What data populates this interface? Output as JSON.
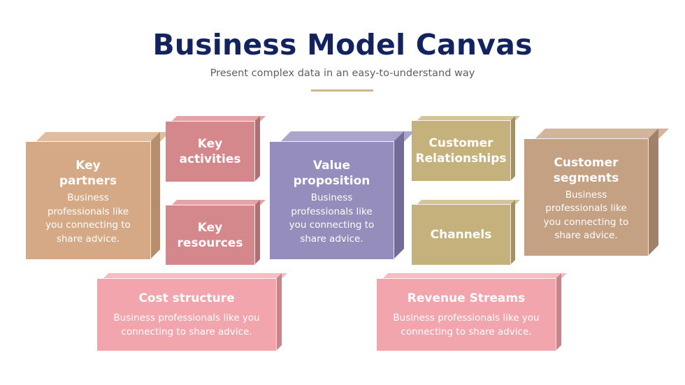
{
  "header": {
    "title": "Business Model Canvas",
    "subtitle": "Present complex data in an easy-to-understand way"
  },
  "colors": {
    "title": "#13235f",
    "accent_rule": "#d2b48c"
  },
  "blocks": {
    "key_partners": {
      "heading": "Key partners",
      "body": "Business professionals like you connecting to share advice.",
      "colors": {
        "front": "#d5a986",
        "top": "#e0bda0",
        "side": "#b68e6e"
      }
    },
    "key_activities": {
      "heading": "Key activities",
      "colors": {
        "front": "#d5888b",
        "top": "#e3a4a6",
        "side": "#b26e72"
      }
    },
    "key_resources": {
      "heading": "Key resources",
      "colors": {
        "front": "#d5888b",
        "top": "#e3a4a6",
        "side": "#b26e72"
      }
    },
    "value_proposition": {
      "heading": "Value proposition",
      "body": "Business professionals like you connecting to share advice.",
      "colors": {
        "front": "#958dbb",
        "top": "#aca5cb",
        "side": "#736b98"
      }
    },
    "customer_relationships": {
      "heading": "Customer Relationships",
      "colors": {
        "front": "#c5b17b",
        "top": "#d5c496",
        "side": "#a39160"
      }
    },
    "channels": {
      "heading": "Channels",
      "colors": {
        "front": "#c5b17b",
        "top": "#d5c496",
        "side": "#a39160"
      }
    },
    "customer_segments": {
      "heading": "Customer segments",
      "body": "Business professionals like you connecting to share advice.",
      "colors": {
        "front": "#c5a183",
        "top": "#d3b59b",
        "side": "#a1816a"
      }
    },
    "cost_structure": {
      "heading": "Cost structure",
      "body": "Business professionals like you connecting to share advice.",
      "colors": {
        "front": "#f2a5ad",
        "top": "#f6bcc2",
        "side": "#c9838b"
      }
    },
    "revenue_streams": {
      "heading": "Revenue Streams",
      "body": "Business professionals like you connecting to share advice.",
      "colors": {
        "front": "#f2a5ad",
        "top": "#f6bcc2",
        "side": "#c9838b"
      }
    }
  }
}
